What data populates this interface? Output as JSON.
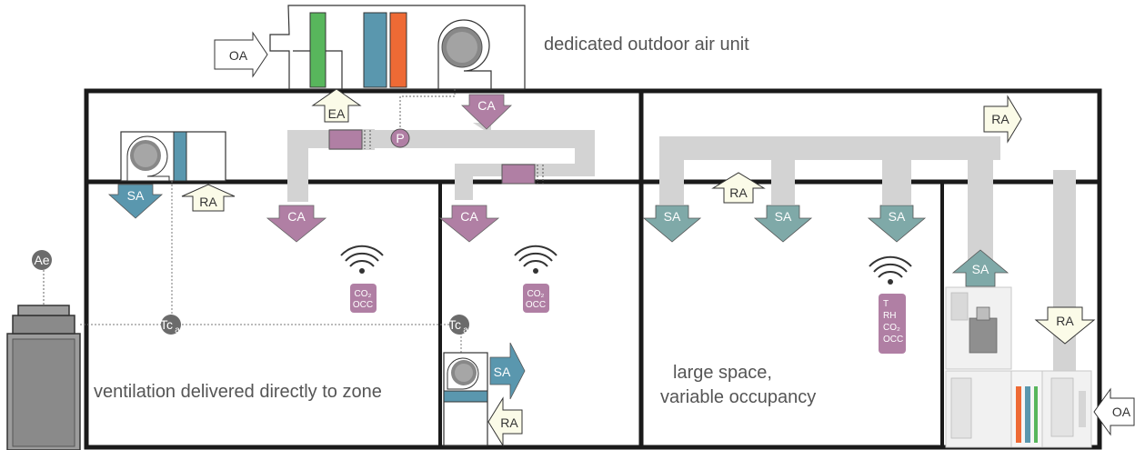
{
  "labels": {
    "doas": "dedicated outdoor air unit",
    "zone_left": "ventilation delivered directly to zone",
    "zone_right_1": "large space,",
    "zone_right_2": "variable occupancy"
  },
  "air": {
    "oa": "OA",
    "ea": "EA",
    "ca": "CA",
    "sa": "SA",
    "ra": "RA"
  },
  "sensors": {
    "p": "P",
    "ae": "Ae",
    "tc": "Tc",
    "tc_sub": "a",
    "co2": "CO₂",
    "occ": "OCC",
    "t": "T",
    "rh": "RH"
  },
  "colors": {
    "ca": "#b07fa4",
    "sa_blue": "#5a97ae",
    "sa_teal": "#7fa9a8",
    "light": "#fbfbe8",
    "duct": "#d3d3d3",
    "sensor": "#6b6b6b",
    "coil_green": "#58b65c",
    "coil_blue": "#5a97ae",
    "coil_orange": "#ee6a35"
  }
}
